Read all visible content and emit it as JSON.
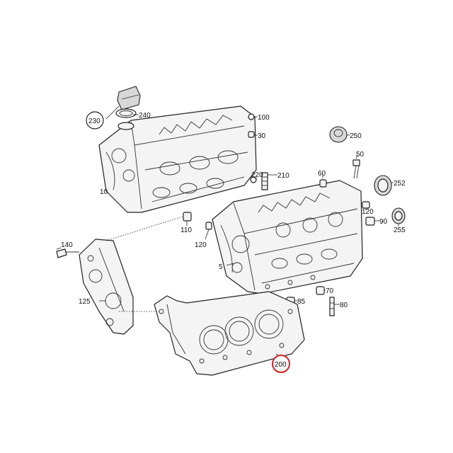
{
  "highlight_color": "#d62020",
  "callouts": {
    "c230": "230",
    "c240": "240",
    "c100": "100",
    "c30": "30",
    "c250": "250",
    "c50": "50",
    "c220": "220",
    "c210": "210",
    "c60": "60",
    "c252": "252",
    "c10": "10",
    "c120a": "120",
    "c90": "90",
    "c255": "255",
    "c110": "110",
    "c140": "140",
    "c120b": "120",
    "c5": "5",
    "c125": "125",
    "c85": "85",
    "c70": "70",
    "c80": "80",
    "c200": "200"
  }
}
